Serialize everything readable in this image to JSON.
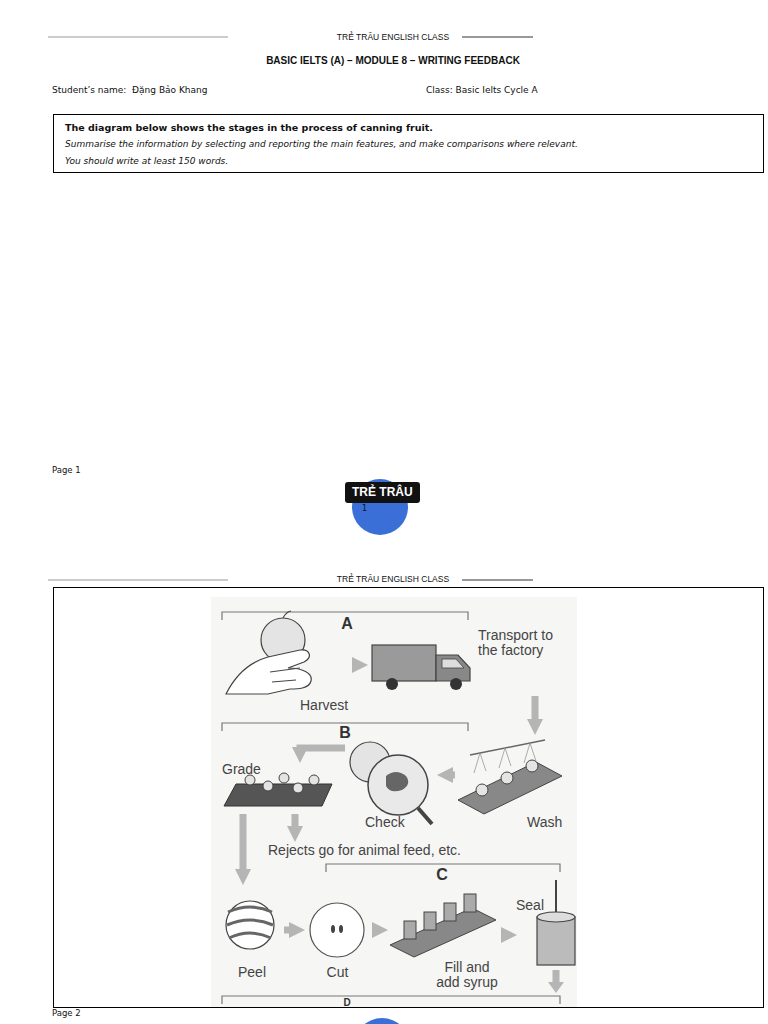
{
  "diagram": {
    "title": "BASIC IELTS (A) – MODULE 8 – WRITING FEEDBACK",
    "nodes": [
      {
        "text": [
          "The diagram below shows the stages in the process of canning fruit.",
          "Summarise the information by selecting and reporting the main features, and make comparisons where relevant.",
          "You should write at least 150 words."
        ]
      },
      {
        "text": [
          "TRẺ TRÂU"
        ]
      },
      {
        "text": [
          "Harvest"
        ]
      },
      {
        "text": [
          "Transport to the factory"
        ]
      },
      {
        "text": [
          "Wash"
        ]
      },
      {
        "text": [
          "Check"
        ]
      },
      {
        "text": [
          "Grade"
        ]
      },
      {
        "text": [
          "Rejects go for animal feed, etc."
        ]
      },
      {
        "text": [
          "Peel"
        ]
      },
      {
        "text": [
          "Cut"
        ]
      },
      {
        "text": [
          "Fill and add syrup"
        ]
      },
      {
        "text": [
          "Seal"
        ]
      }
    ],
    "edges": [
      {
        "from": 2,
        "to": 3,
        "arrow": "to"
      },
      {
        "from": 3,
        "to": 4,
        "arrow": "to"
      },
      {
        "from": 4,
        "to": 5,
        "arrow": "to"
      },
      {
        "from": 5,
        "to": 6,
        "arrow": "to"
      },
      {
        "from": 6,
        "to": 7,
        "arrow": "to"
      },
      {
        "from": 6,
        "to": 8,
        "arrow": "to"
      },
      {
        "from": 8,
        "to": 9,
        "arrow": "to"
      },
      {
        "from": 9,
        "to": 10,
        "arrow": "to"
      },
      {
        "from": 10,
        "to": 11,
        "arrow": "to"
      }
    ],
    "labels": [
      "TRẺ TRÂU ENGLISH CLASS",
      "Student’s name:  Đặng Bảo Khang",
      "Class: Basic Ielts Cycle A",
      "Page 1",
      "1",
      "TRẺ TRÂU ENGLISH CLASS",
      "A",
      "B",
      "C",
      "D",
      "Page 2"
    ]
  }
}
